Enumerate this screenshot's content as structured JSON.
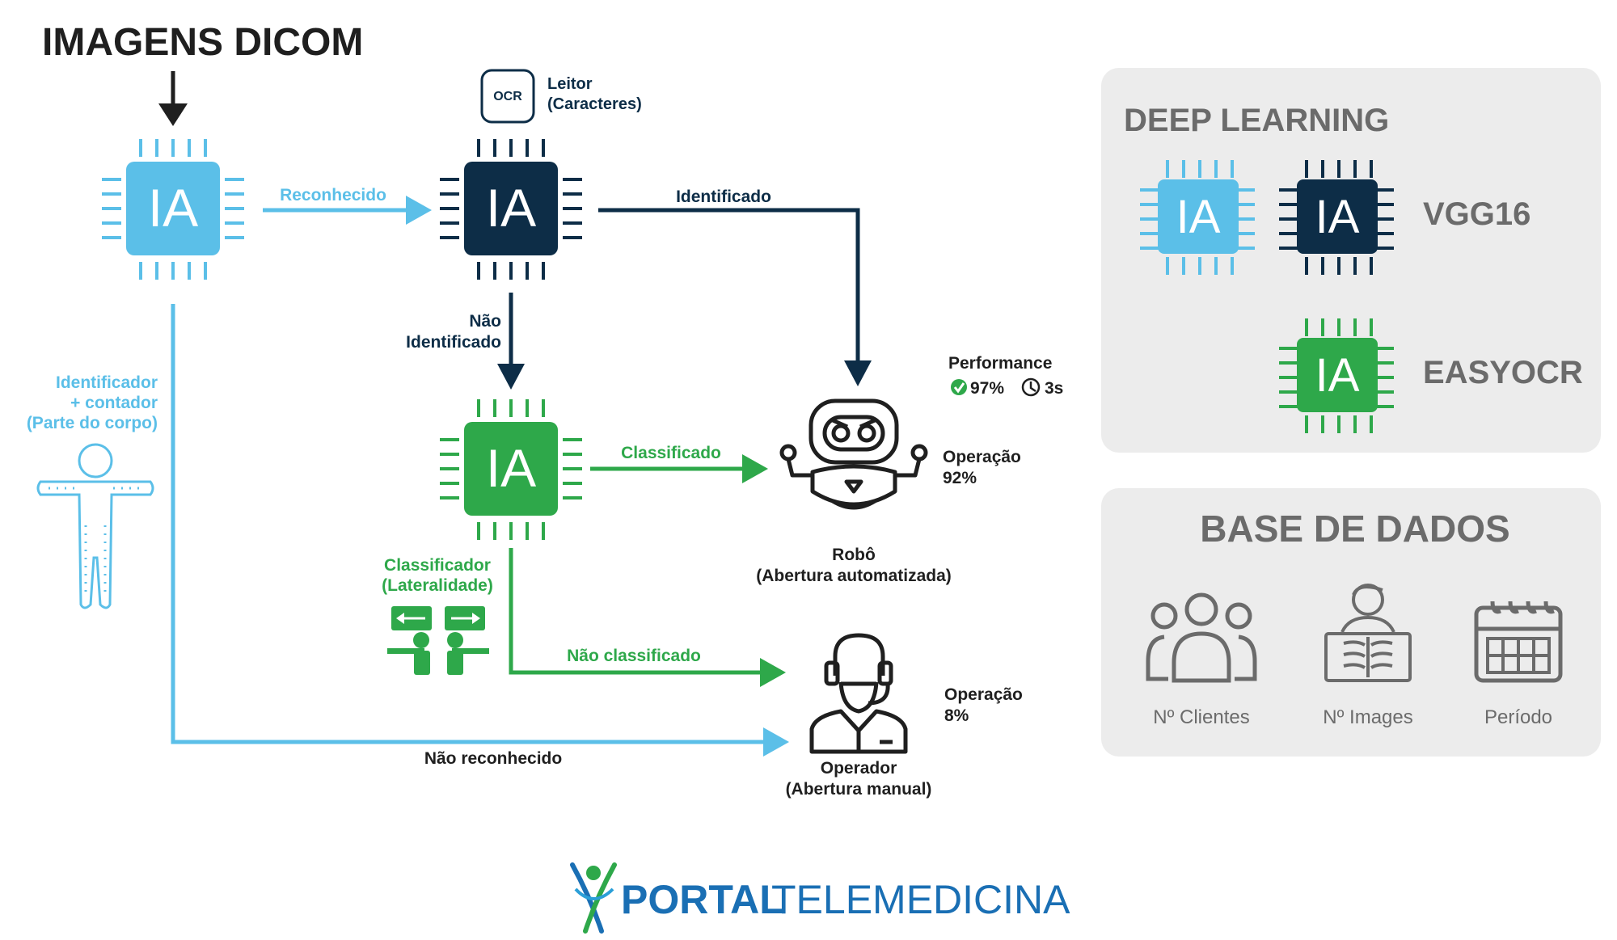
{
  "title": "IMAGENS DICOM",
  "chip_text": "IA",
  "colors": {
    "light_blue": "#5bbfe8",
    "dark_navy": "#0d2d47",
    "green": "#2ea84a",
    "gray_text": "#6b6b6b",
    "panel_bg": "#ececec",
    "black": "#1f1f1f"
  },
  "ocr_reader": {
    "icon_text": "OCR",
    "label_line1": "Leitor",
    "label_line2": "(Caracteres)"
  },
  "flow": {
    "recognized": "Reconhecido",
    "identified": "Identificado",
    "not_identified_line1": "Não",
    "not_identified_line2": "Identificado",
    "classified": "Classificado",
    "not_classified": "Não classificado",
    "not_recognized": "Não reconhecido"
  },
  "body_counter": {
    "line1": "Identificador",
    "line2": "+ contador",
    "line3": "(Parte do corpo)",
    "icon": "body-outline-icon"
  },
  "laterality": {
    "line1": "Classificador",
    "line2": "(Lateralidade)",
    "icon": "laterality-sign-icon"
  },
  "performance": {
    "label": "Performance",
    "accuracy": "97%",
    "time": "3s"
  },
  "robot": {
    "name": "Robô",
    "description": "(Abertura automatizada)",
    "operation_label": "Operação",
    "operation_value": "92%",
    "operation_percent": 92
  },
  "operator": {
    "name": "Operador",
    "description": "(Abertura manual)",
    "operation_label": "Operação",
    "operation_value": "8%",
    "operation_percent": 8
  },
  "deep_learning": {
    "title": "DEEP LEARNING",
    "model1": "VGG16",
    "model2": "EASYOCR"
  },
  "database": {
    "title": "BASE DE DADOS",
    "items": [
      {
        "label": "Nº Clientes",
        "icon": "users-group-icon"
      },
      {
        "label": "Nº Images",
        "icon": "xray-patient-icon"
      },
      {
        "label": "Período",
        "icon": "calendar-icon"
      }
    ]
  },
  "logo": {
    "word1": "PORTAL",
    "word2": "TELEMEDICINA"
  }
}
